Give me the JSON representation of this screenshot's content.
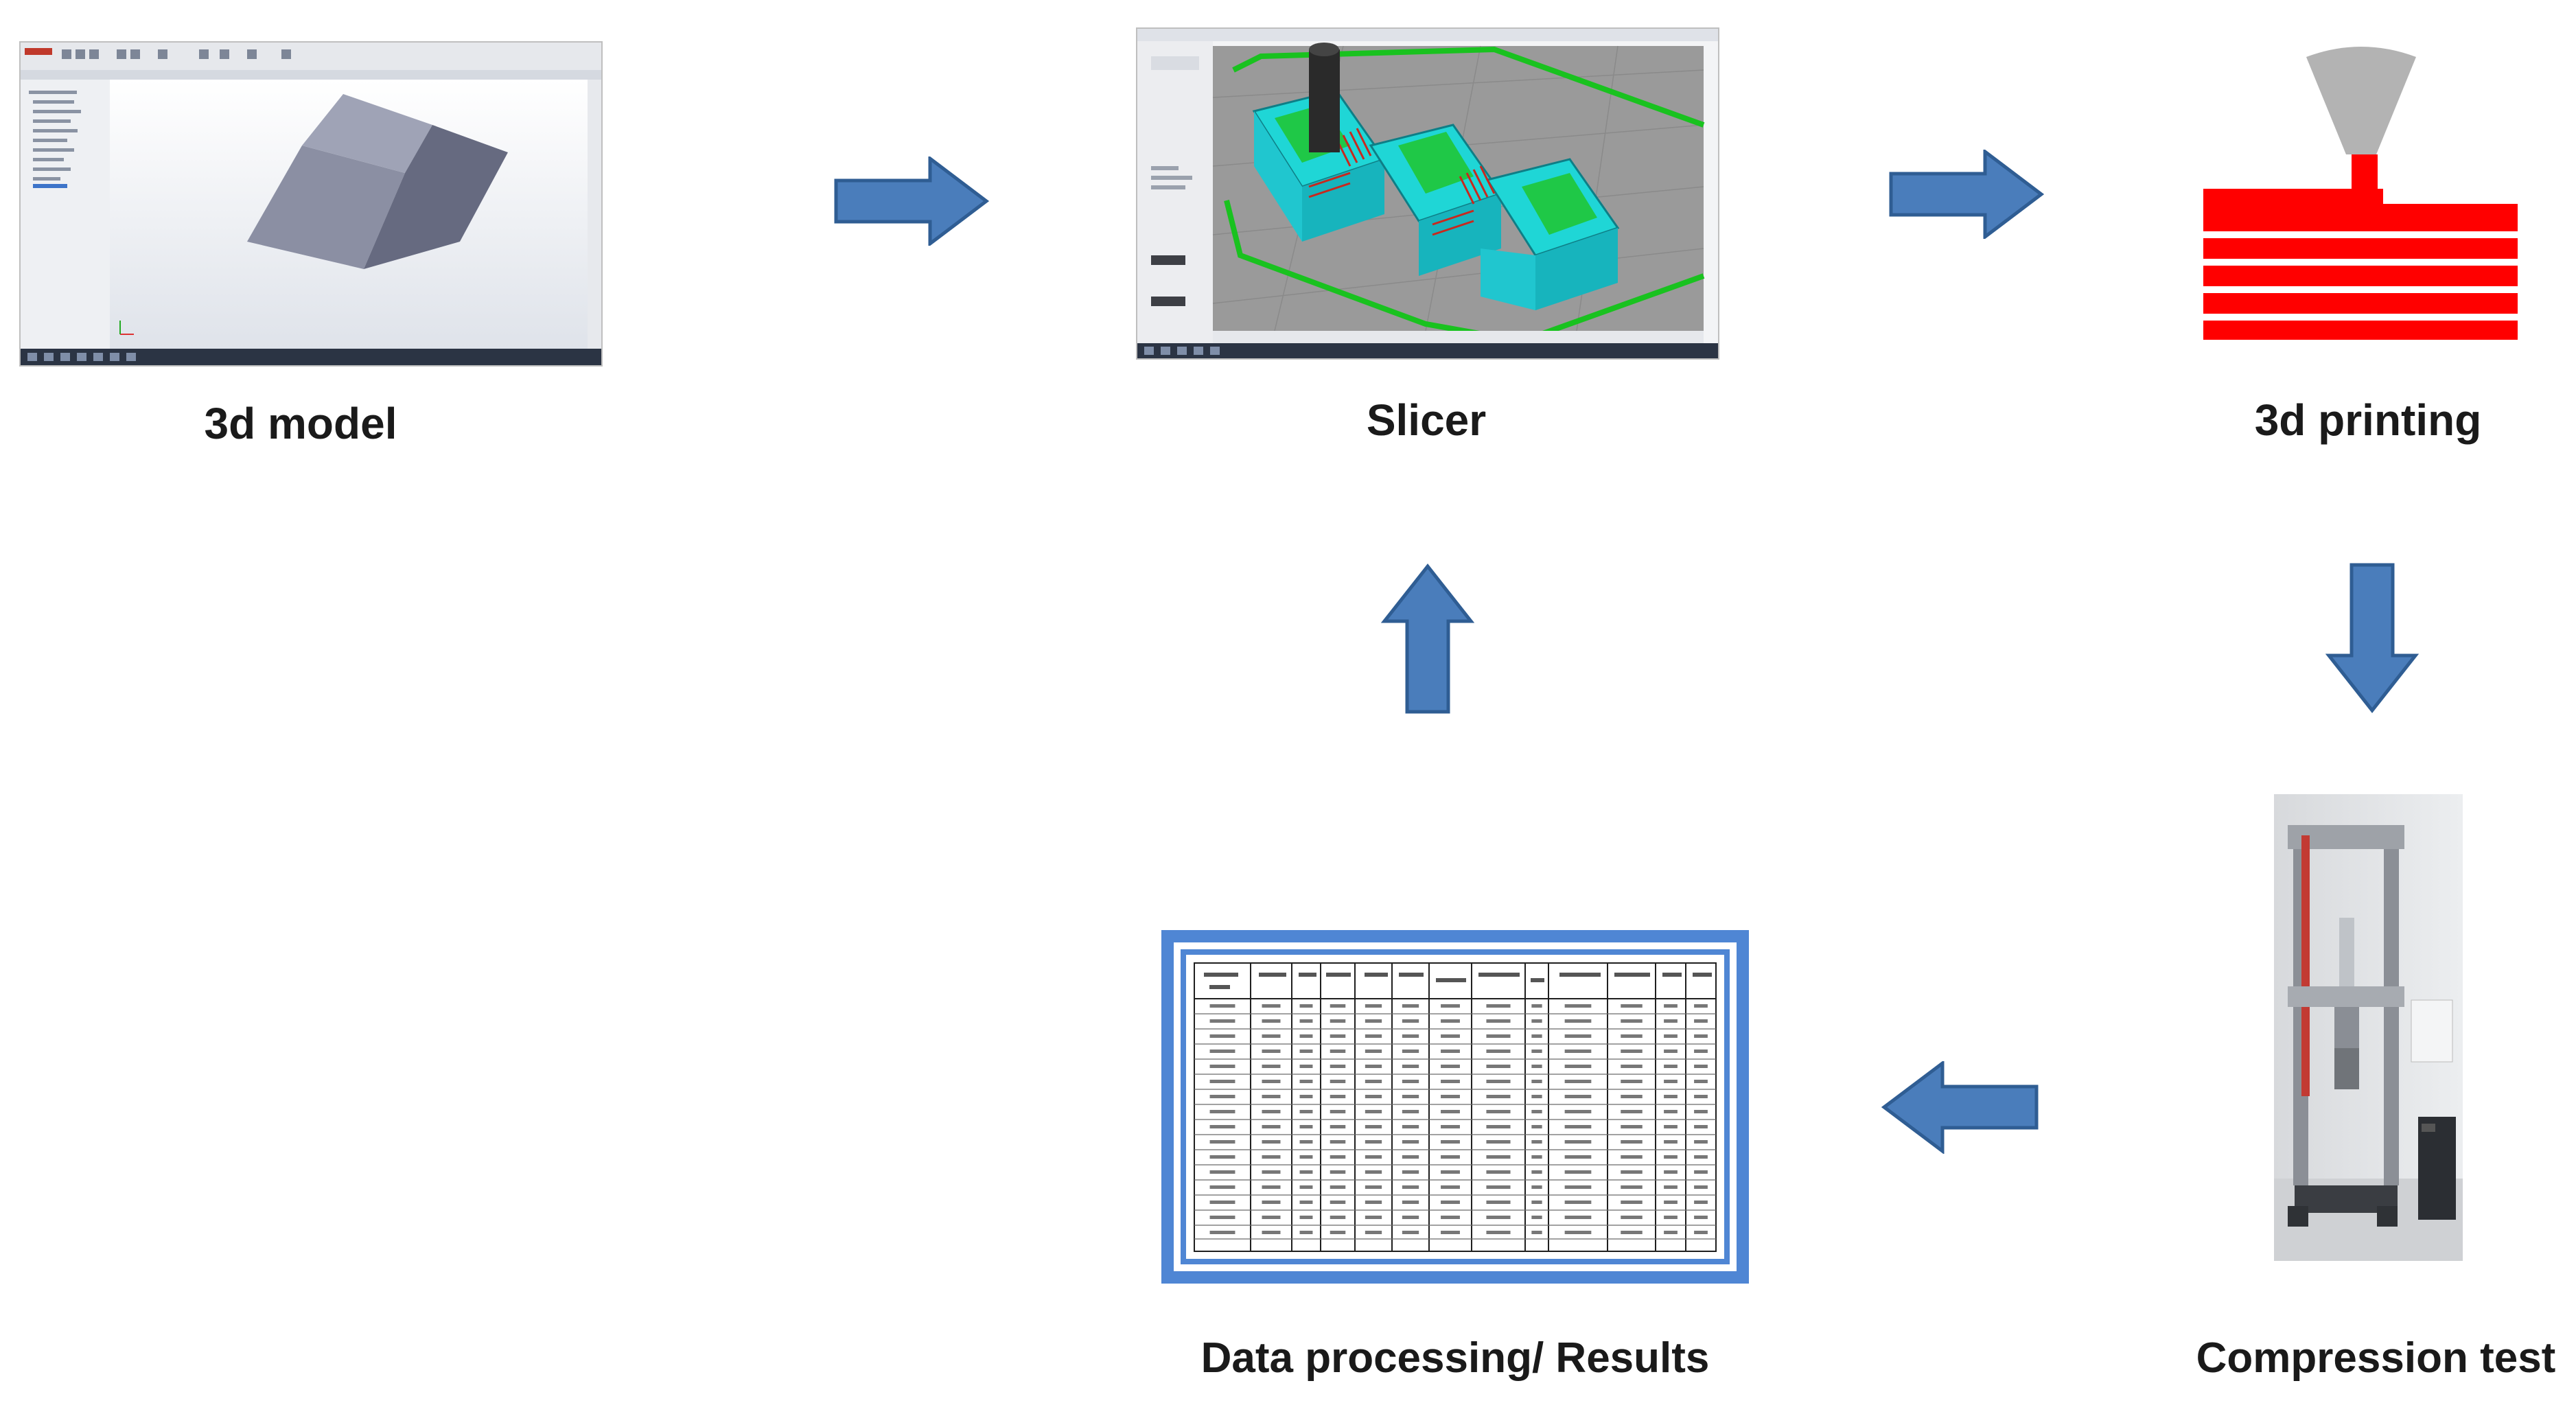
{
  "steps": [
    {
      "id": "model",
      "label": "3d model"
    },
    {
      "id": "slicer",
      "label": "Slicer"
    },
    {
      "id": "printing",
      "label": "3d printing"
    },
    {
      "id": "compression",
      "label": "Compression test"
    },
    {
      "id": "data",
      "label": "Data processing/ Results"
    }
  ],
  "flow": [
    {
      "from": "3d model",
      "to": "Slicer",
      "direction": "right"
    },
    {
      "from": "Slicer",
      "to": "3d printing",
      "direction": "right"
    },
    {
      "from": "3d printing",
      "to": "Compression test",
      "direction": "down"
    },
    {
      "from": "Compression test",
      "to": "Data processing/ Results",
      "direction": "left"
    },
    {
      "from": "Data processing/ Results",
      "to": "Slicer",
      "direction": "up"
    }
  ],
  "colors": {
    "arrow_fill": "#4a7dbb",
    "arrow_stroke": "#2f5d93",
    "caption_text": "#1a1a1a",
    "print_red": "#ff0000",
    "nozzle_gray": "#b3b3b3",
    "table_frame": "#4f86d4",
    "slicer_infill": "#1fd6d6",
    "slicer_top": "#22c94a",
    "cube_face": "#7a7e93"
  },
  "icons": [
    "cube-model-screenshot",
    "slicer-screenshot",
    "print-nozzle-icon",
    "testing-machine-photo",
    "results-table-image"
  ]
}
